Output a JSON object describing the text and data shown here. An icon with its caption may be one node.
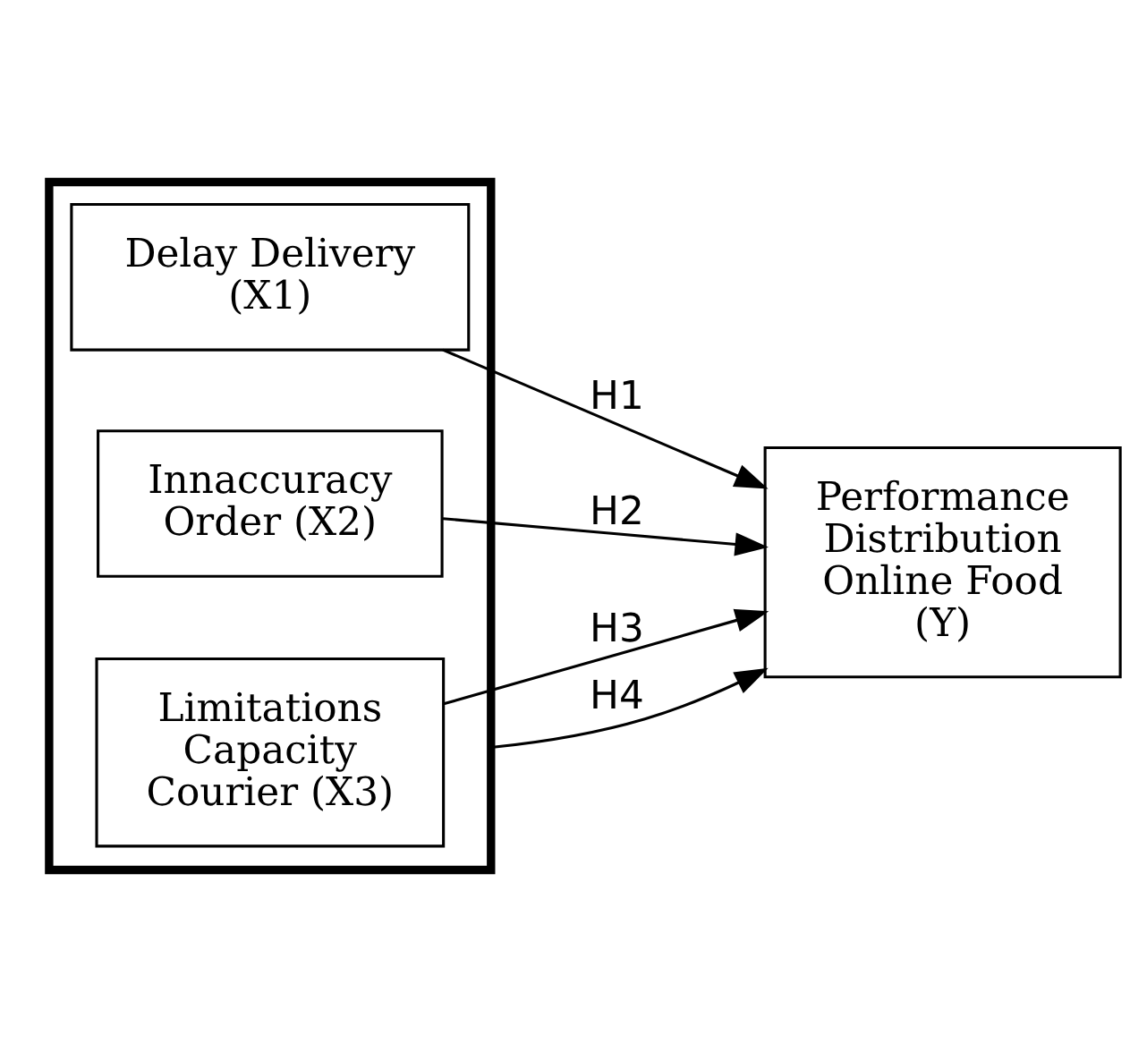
{
  "diagram": {
    "nodes": [
      {
        "text": [],
        "shape": "box"
      },
      {
        "text": [
          "Delay Delivery (X1)"
        ],
        "in": 0
      },
      {
        "text": [
          "Innaccuracy Order (X2)"
        ],
        "in": 0
      },
      {
        "text": [
          "Limitations Capacity Courier (X3)"
        ],
        "in": 0
      },
      {
        "text": [
          "Performance Distribution Online Food (Y)"
        ]
      }
    ],
    "edges": [
      {
        "from": 1,
        "to": 4,
        "arrow": "to",
        "label": "H1"
      },
      {
        "from": 2,
        "to": 4,
        "arrow": "to",
        "label": "H2"
      },
      {
        "from": 3,
        "to": 4,
        "arrow": "to",
        "label": "H3"
      },
      {
        "from": 0,
        "to": 4,
        "arrow": "to",
        "label": "H4"
      }
    ]
  }
}
